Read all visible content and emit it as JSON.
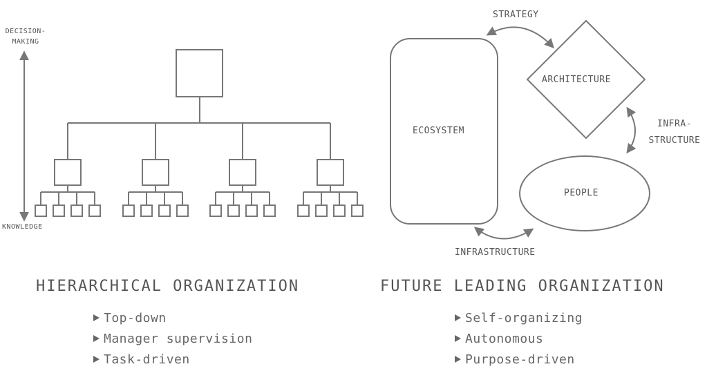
{
  "left": {
    "axis_top": [
      "DECISION-",
      "MAKING"
    ],
    "axis_bottom": "KNOWLEDGE",
    "title": "HIERARCHICAL ORGANIZATION",
    "bullets": [
      "Top-down",
      "Manager supervision",
      "Task-driven"
    ]
  },
  "right": {
    "strategy": "STRATEGY",
    "architecture": "ARCHITECTURE",
    "ecosystem": "ECOSYSTEM",
    "people": "PEOPLE",
    "infra_split": [
      "INFRA-",
      "STRUCTURE"
    ],
    "infrastructure": "INFRASTRUCTURE",
    "title": "FUTURE LEADING ORGANIZATION",
    "bullets": [
      "Self-organizing",
      "Autonomous",
      "Purpose-driven"
    ]
  },
  "colors": {
    "stroke": "#777777",
    "text": "#555555"
  }
}
